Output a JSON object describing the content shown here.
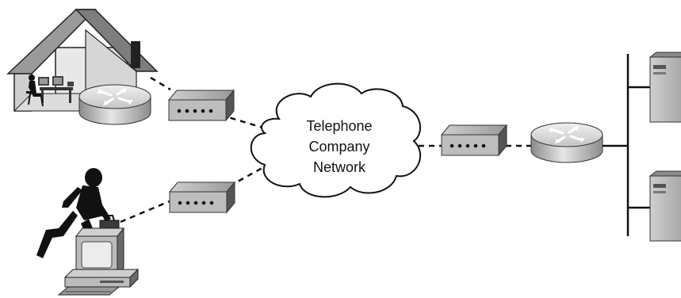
{
  "cloud": {
    "lines": [
      "Telephone",
      "Company",
      "Network"
    ]
  },
  "colors": {
    "link": "#111111",
    "device_dark": "#6e6e6e",
    "device_light": "#bdbdbd",
    "router_top": "#d9d9d9",
    "router_side": "#a8a8a8",
    "server": "#b5b5b5"
  },
  "icons": [
    "home-office-icon",
    "router-icon",
    "modem-icon",
    "cloud-icon",
    "mobile-user-icon",
    "pc-icon",
    "server-icon",
    "lan-bus-icon"
  ]
}
